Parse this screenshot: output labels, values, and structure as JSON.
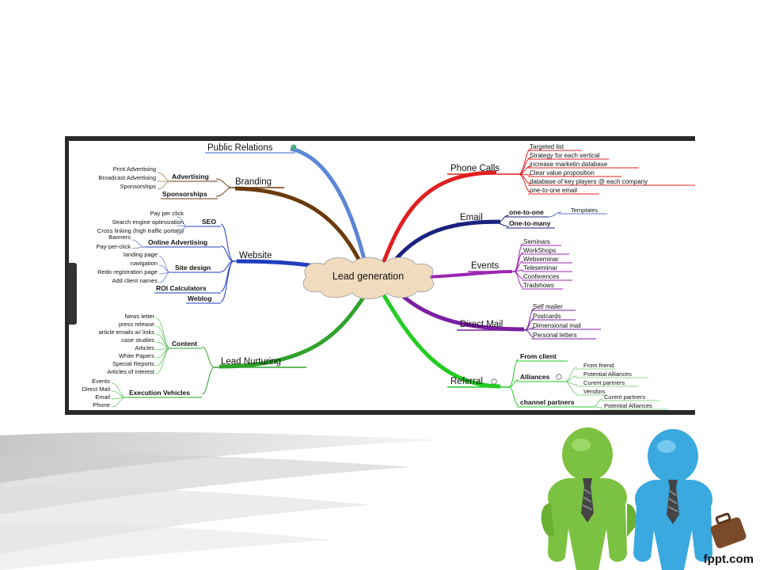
{
  "diagram": {
    "center": "Lead generation",
    "branches": {
      "public_relations": "Public Relations",
      "branding": {
        "label": "Branding",
        "advertising": {
          "label": "Advertising",
          "items": [
            "Print Advertising",
            "Broadcast Advertising",
            "Sponsorships"
          ]
        },
        "sponsorships": "Sponsorships"
      },
      "website": {
        "label": "Website",
        "seo": {
          "label": "SEO",
          "items": [
            "Pay per click",
            "Search engine optimization",
            "Cross linking (high traffic portals)"
          ]
        },
        "online_advertising": {
          "label": "Online Advertising",
          "items": [
            "Banners",
            "Pay-per-click"
          ]
        },
        "site_design": {
          "label": "Site design",
          "items": [
            "landing page",
            "navigation",
            "Redo registration page",
            "Add client names"
          ]
        },
        "roi": "ROI Calculators",
        "weblog": "Weblog"
      },
      "lead_nurturing": {
        "label": "Lead Nurturing",
        "content": {
          "label": "Content",
          "items": [
            "News letter",
            "press release",
            "article emails w/ links",
            "case studies",
            "Articles",
            "White Papers",
            "Special Reports",
            "Articles of interest"
          ]
        },
        "execution": {
          "label": "Execution Vehicles",
          "items": [
            "Events",
            "Direct Mail",
            "Email",
            "Phone"
          ]
        }
      },
      "phone_calls": {
        "label": "Phone Calls",
        "items": [
          "Targeted list",
          "Strategy for each vertical",
          "increase marketin database",
          "Clear value proposition",
          "database of key players @ each company",
          "one-to-one email"
        ]
      },
      "email": {
        "label": "Email",
        "one_to_one": "one-to-one",
        "templates": "Templates",
        "one_to_many": "One-to-many"
      },
      "events": {
        "label": "Events",
        "items": [
          "Seminars",
          "WorkShops",
          "Webseminar",
          "Teleseminar",
          "Conferences",
          "Tradshows"
        ]
      },
      "direct_mail": {
        "label": "Direct Mail",
        "items": [
          "Self mailer",
          "Postcards",
          "Dimensional mail",
          "Personal letters"
        ]
      },
      "referral": {
        "label": "Referral",
        "from_client": "From client",
        "alliances": {
          "label": "Alliances",
          "items": [
            "From friend",
            "Potential Alliances",
            "Curent partners",
            "Vendors"
          ]
        },
        "channel": {
          "label": "channel partners",
          "items": [
            "Curent partners",
            "Potential Alliances"
          ]
        }
      }
    }
  },
  "logo": "fppt.com",
  "colors": {
    "public_relations": "#5b86d6",
    "branding": "#6b3a0a",
    "website": "#1f3fbf",
    "lead_nurturing": "#2fa32b",
    "phone_calls": "#e02020",
    "email": "#1a237e",
    "events": "#9c27b0",
    "direct_mail": "#7a1fa2",
    "referral": "#22cc22"
  }
}
